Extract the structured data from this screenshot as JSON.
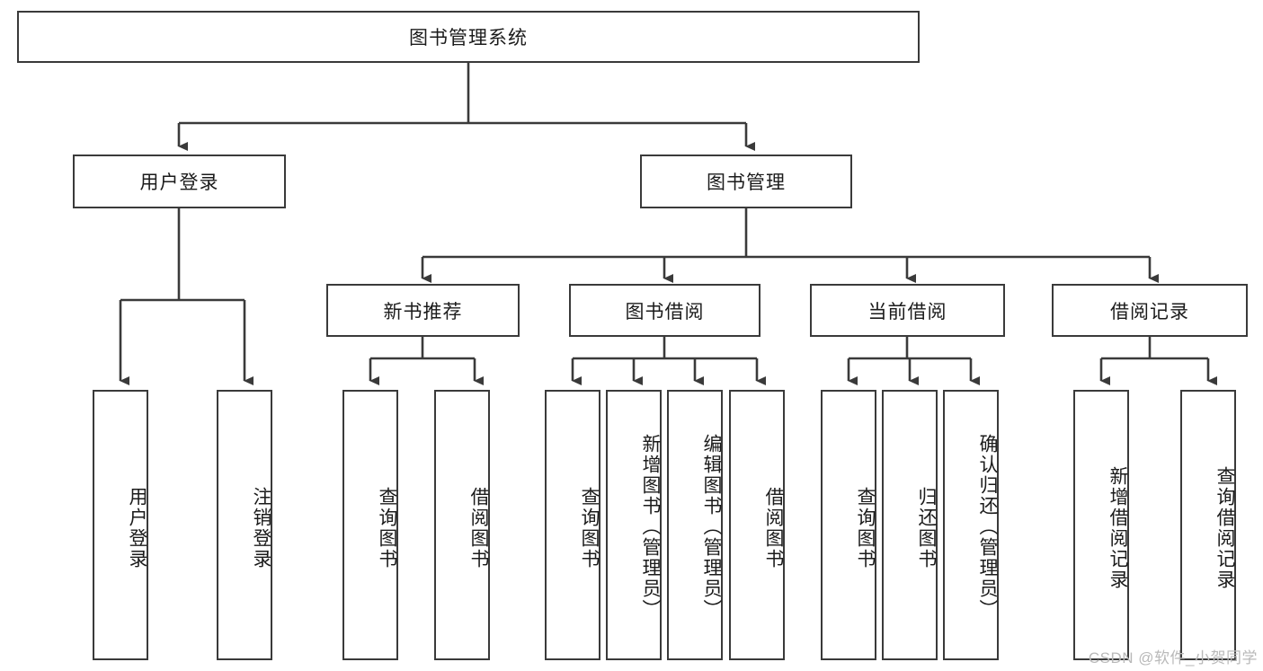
{
  "diagram": {
    "type": "tree",
    "title": "图书管理系统",
    "watermark": "CSDN @软件_小贺同学",
    "colors": {
      "stroke": "#3a3a3a",
      "text": "#1b1b1b",
      "background": "#ffffff",
      "watermark": "#b9b9b9"
    },
    "levels": {
      "root": {
        "label": "图书管理系统"
      },
      "level2": [
        {
          "label": "用户登录"
        },
        {
          "label": "图书管理"
        }
      ],
      "level3": [
        {
          "label": "新书推荐",
          "parent": "图书管理"
        },
        {
          "label": "图书借阅",
          "parent": "图书管理"
        },
        {
          "label": "当前借阅",
          "parent": "图书管理"
        },
        {
          "label": "借阅记录",
          "parent": "图书管理"
        }
      ],
      "leaves": [
        {
          "label": "用户登录",
          "parent": "用户登录"
        },
        {
          "label": "注销登录",
          "parent": "用户登录"
        },
        {
          "label": "查询图书",
          "parent": "新书推荐"
        },
        {
          "label": "借阅图书",
          "parent": "新书推荐"
        },
        {
          "label": "查询图书",
          "parent": "图书借阅"
        },
        {
          "label": "新增图书（管理员）",
          "parent": "图书借阅"
        },
        {
          "label": "编辑图书（管理员）",
          "parent": "图书借阅"
        },
        {
          "label": "借阅图书",
          "parent": "图书借阅"
        },
        {
          "label": "查询图书",
          "parent": "当前借阅"
        },
        {
          "label": "归还图书",
          "parent": "当前借阅"
        },
        {
          "label": "确认归还（管理员）",
          "parent": "当前借阅"
        },
        {
          "label": "新增借阅记录",
          "parent": "借阅记录"
        },
        {
          "label": "查询借阅记录",
          "parent": "借阅记录"
        }
      ]
    }
  }
}
